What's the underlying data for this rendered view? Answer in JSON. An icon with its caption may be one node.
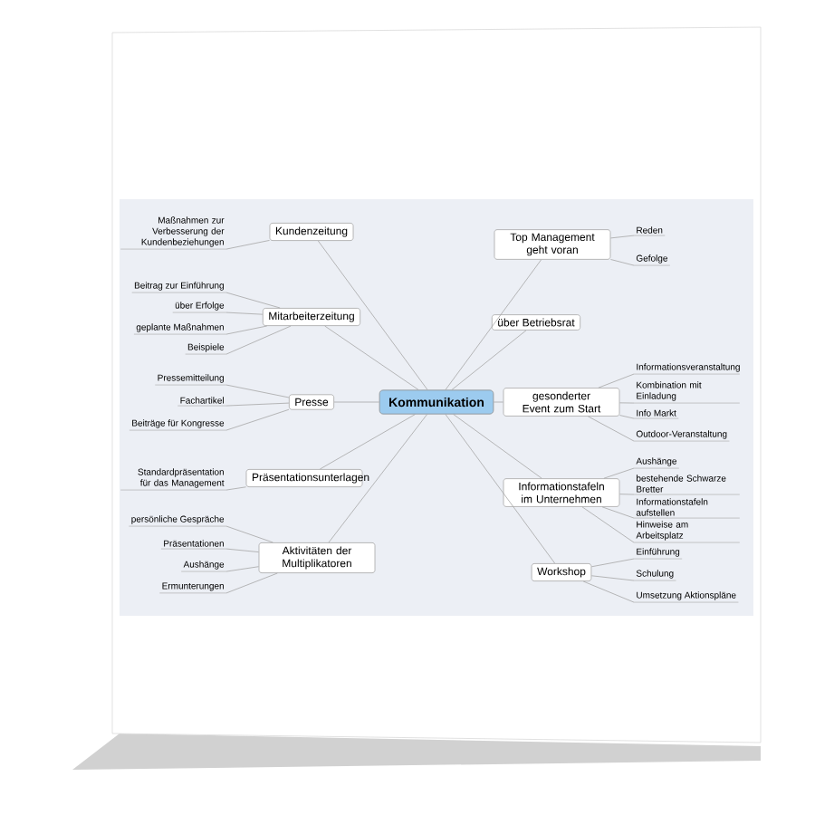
{
  "diagram": {
    "nodes": [
      {
        "text": [
          "Kommunikation"
        ]
      },
      {
        "text": [
          "Kundenzeitung"
        ]
      },
      {
        "text": [
          "Maßnahmen zur Verbesserung der Kundenbeziehungen"
        ]
      },
      {
        "text": [
          "Mitarbeiterzeitung"
        ]
      },
      {
        "text": [
          "Beitrag zur Einführung"
        ]
      },
      {
        "text": [
          "über Erfolge"
        ]
      },
      {
        "text": [
          "geplante Maßnahmen"
        ]
      },
      {
        "text": [
          "Beispiele"
        ]
      },
      {
        "text": [
          "Presse"
        ]
      },
      {
        "text": [
          "Pressemitteilung"
        ]
      },
      {
        "text": [
          "Fachartikel"
        ]
      },
      {
        "text": [
          "Beiträge für Kongresse"
        ]
      },
      {
        "text": [
          "Präsentationsunterlagen"
        ]
      },
      {
        "text": [
          "Standardpräsentation für das Management"
        ]
      },
      {
        "text": [
          "Aktivitäten der Multiplikatoren"
        ]
      },
      {
        "text": [
          "persönliche Gespräche"
        ]
      },
      {
        "text": [
          "Präsentationen"
        ]
      },
      {
        "text": [
          "Aushänge"
        ]
      },
      {
        "text": [
          "Ermunterungen"
        ]
      },
      {
        "text": [
          "Top Management geht voran"
        ]
      },
      {
        "text": [
          "Reden"
        ]
      },
      {
        "text": [
          "Gefolge"
        ]
      },
      {
        "text": [
          "über Betriebsrat"
        ]
      },
      {
        "text": [
          "gesonderter Event zum Start"
        ]
      },
      {
        "text": [
          "Informationsveranstaltung"
        ]
      },
      {
        "text": [
          "Kombination mit Einladung"
        ]
      },
      {
        "text": [
          "Info Markt"
        ]
      },
      {
        "text": [
          "Outdoor-Veranstaltung"
        ]
      },
      {
        "text": [
          "Informationstafeln im Unternehmen"
        ]
      },
      {
        "text": [
          "Aushänge"
        ]
      },
      {
        "text": [
          "bestehende Schwarze Bretter"
        ]
      },
      {
        "text": [
          "Informationstafeln aufstellen"
        ]
      },
      {
        "text": [
          "Hinweise am Arbeitsplatz"
        ]
      },
      {
        "text": [
          "Workshop"
        ]
      },
      {
        "text": [
          "Einführung"
        ]
      },
      {
        "text": [
          "Schulung"
        ]
      },
      {
        "text": [
          "Umsetzung Aktionspläne"
        ]
      }
    ],
    "edges": [
      {
        "from": 0,
        "to": 1,
        "arrow": "none"
      },
      {
        "from": 1,
        "to": 2,
        "arrow": "none"
      },
      {
        "from": 0,
        "to": 3,
        "arrow": "none"
      },
      {
        "from": 3,
        "to": 4,
        "arrow": "none"
      },
      {
        "from": 3,
        "to": 5,
        "arrow": "none"
      },
      {
        "from": 3,
        "to": 6,
        "arrow": "none"
      },
      {
        "from": 3,
        "to": 7,
        "arrow": "none"
      },
      {
        "from": 0,
        "to": 8,
        "arrow": "none"
      },
      {
        "from": 8,
        "to": 9,
        "arrow": "none"
      },
      {
        "from": 8,
        "to": 10,
        "arrow": "none"
      },
      {
        "from": 8,
        "to": 11,
        "arrow": "none"
      },
      {
        "from": 0,
        "to": 12,
        "arrow": "none"
      },
      {
        "from": 12,
        "to": 13,
        "arrow": "none"
      },
      {
        "from": 0,
        "to": 14,
        "arrow": "none"
      },
      {
        "from": 14,
        "to": 15,
        "arrow": "none"
      },
      {
        "from": 14,
        "to": 16,
        "arrow": "none"
      },
      {
        "from": 14,
        "to": 17,
        "arrow": "none"
      },
      {
        "from": 14,
        "to": 18,
        "arrow": "none"
      },
      {
        "from": 0,
        "to": 19,
        "arrow": "none"
      },
      {
        "from": 19,
        "to": 20,
        "arrow": "none"
      },
      {
        "from": 19,
        "to": 21,
        "arrow": "none"
      },
      {
        "from": 0,
        "to": 22,
        "arrow": "none"
      },
      {
        "from": 0,
        "to": 23,
        "arrow": "none"
      },
      {
        "from": 23,
        "to": 24,
        "arrow": "none"
      },
      {
        "from": 23,
        "to": 25,
        "arrow": "none"
      },
      {
        "from": 23,
        "to": 26,
        "arrow": "none"
      },
      {
        "from": 23,
        "to": 27,
        "arrow": "none"
      },
      {
        "from": 0,
        "to": 28,
        "arrow": "none"
      },
      {
        "from": 28,
        "to": 29,
        "arrow": "none"
      },
      {
        "from": 28,
        "to": 30,
        "arrow": "none"
      },
      {
        "from": 28,
        "to": 31,
        "arrow": "none"
      },
      {
        "from": 28,
        "to": 32,
        "arrow": "none"
      },
      {
        "from": 0,
        "to": 33,
        "arrow": "none"
      },
      {
        "from": 33,
        "to": 34,
        "arrow": "none"
      },
      {
        "from": 33,
        "to": 35,
        "arrow": "none"
      },
      {
        "from": 33,
        "to": 36,
        "arrow": "none"
      }
    ]
  }
}
